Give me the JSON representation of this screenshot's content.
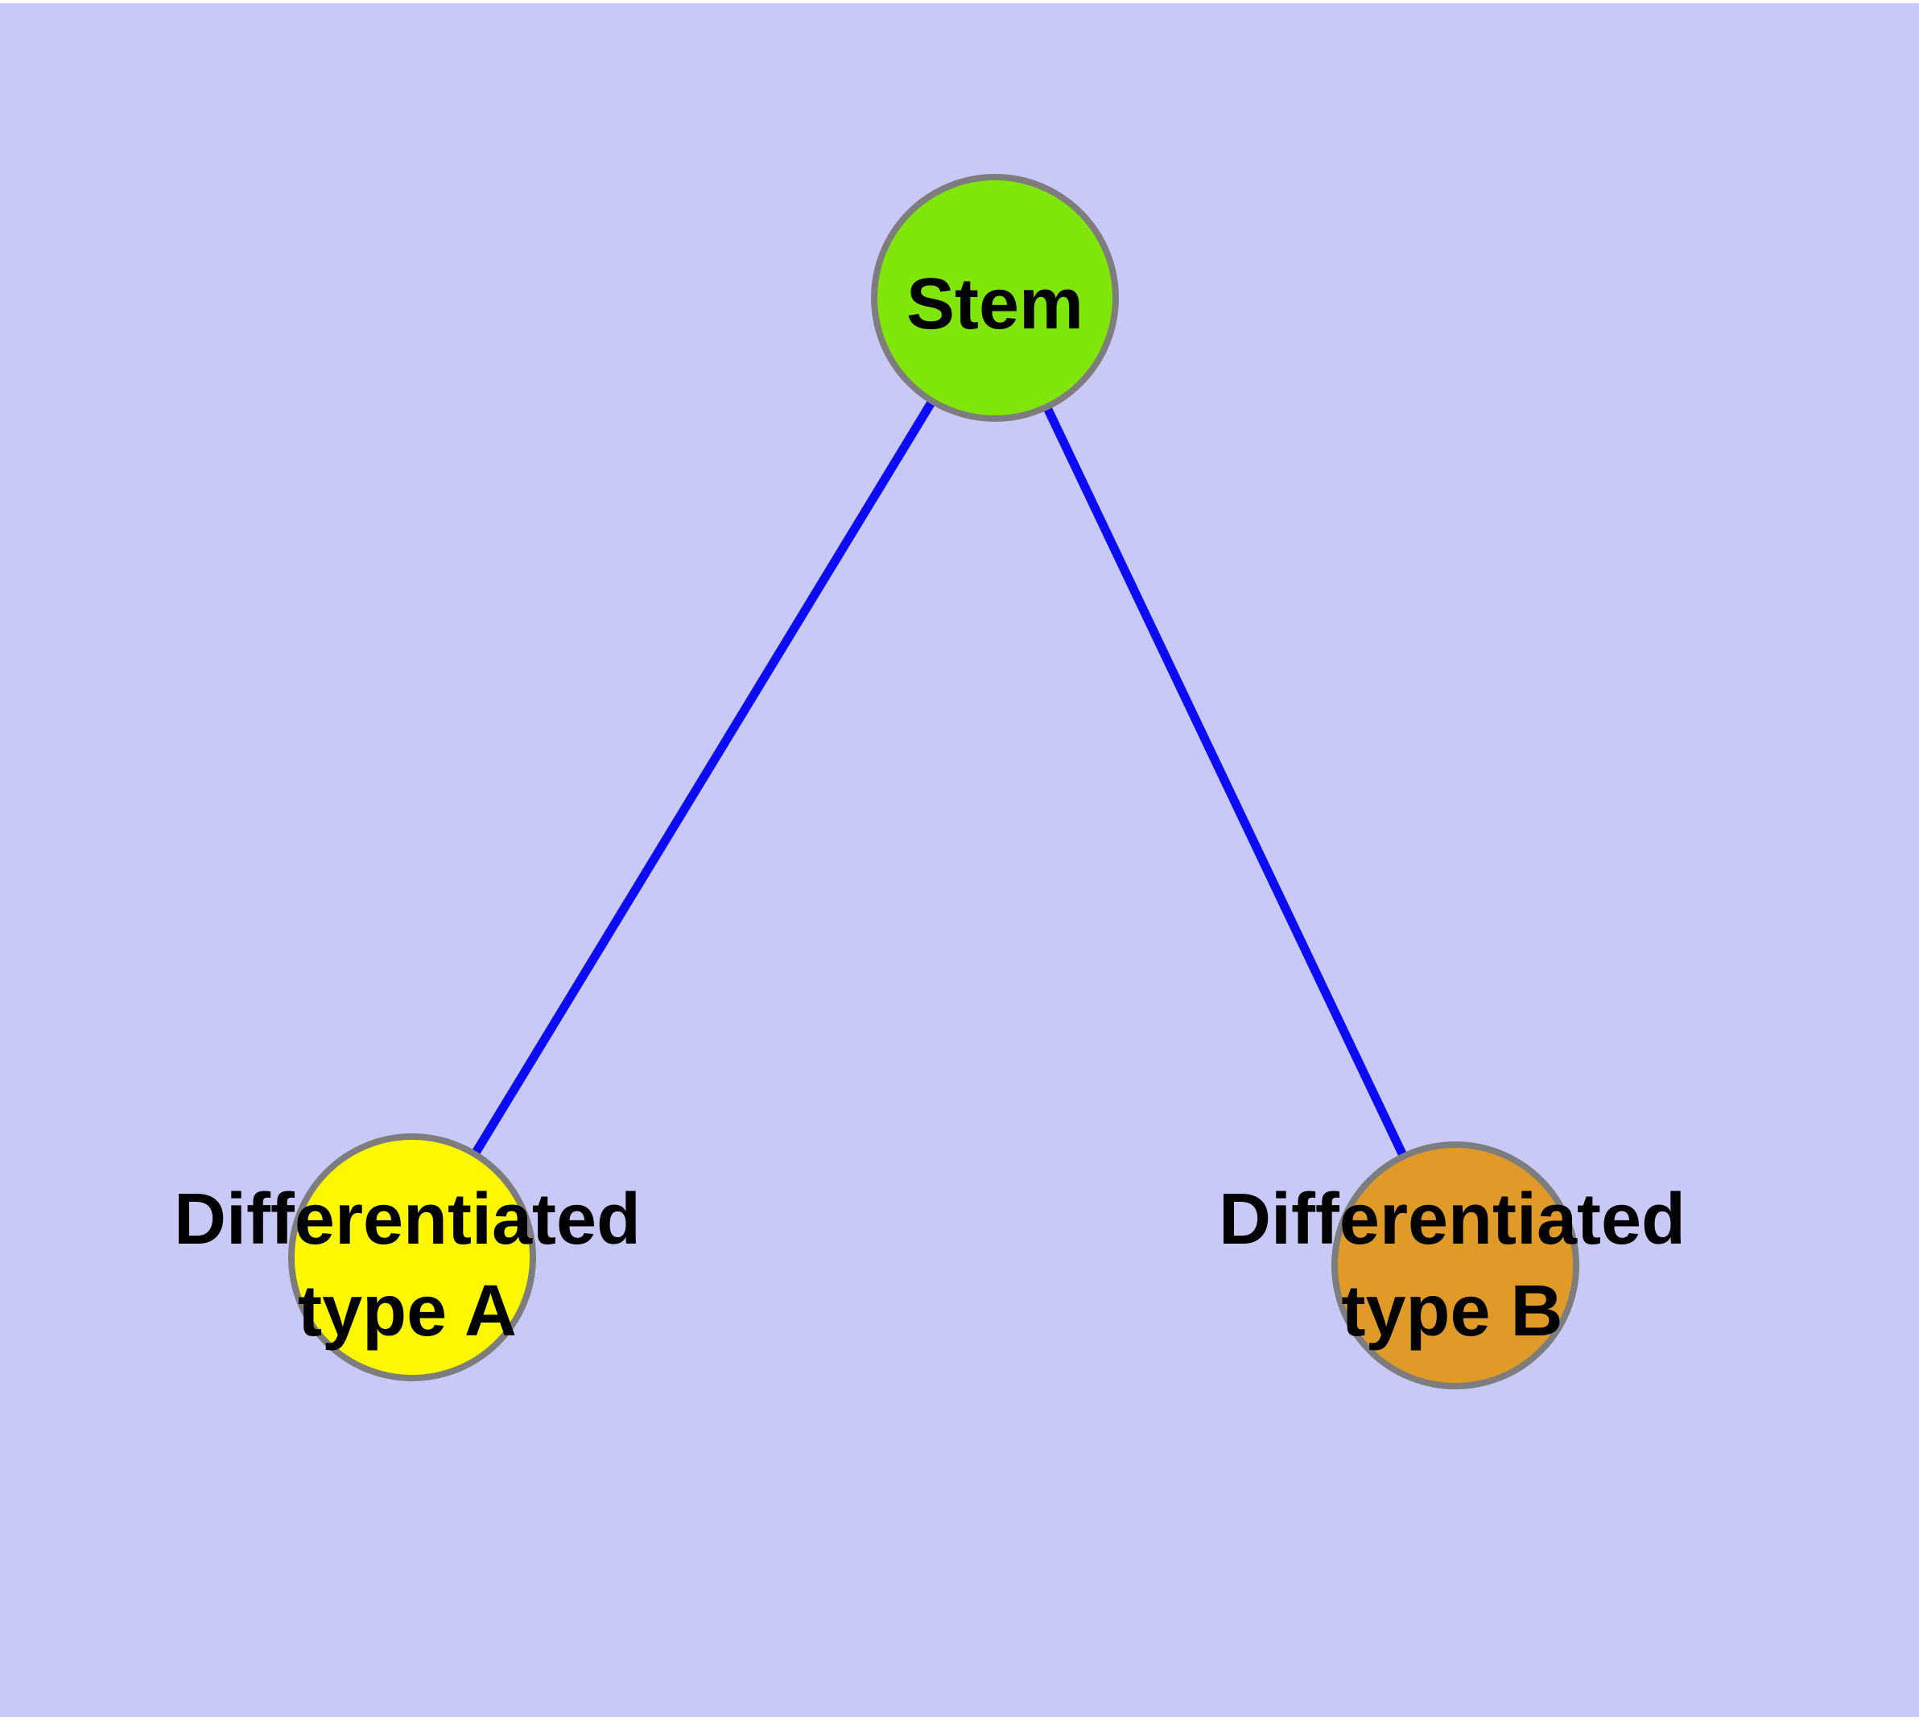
{
  "diagram": {
    "page_margin_color": "#FFFFFF",
    "background_color": "#C9C9F8",
    "edge_color": "#0B0BF5",
    "node_border_color": "#7D7D7D",
    "text_color": "#000000",
    "nodes": [
      {
        "id": "stem",
        "label": "Stem",
        "color": "#80E60A"
      },
      {
        "id": "differentiated-type-a",
        "label_line1": "Differentiated",
        "label_line2": "type A",
        "color": "#FDF700"
      },
      {
        "id": "differentiated-type-b",
        "label_line1": "Differentiated",
        "label_line2": "type B",
        "color": "#E09A28"
      }
    ],
    "edges": [
      {
        "from": "stem",
        "to": "differentiated-type-a"
      },
      {
        "from": "stem",
        "to": "differentiated-type-b"
      }
    ]
  }
}
